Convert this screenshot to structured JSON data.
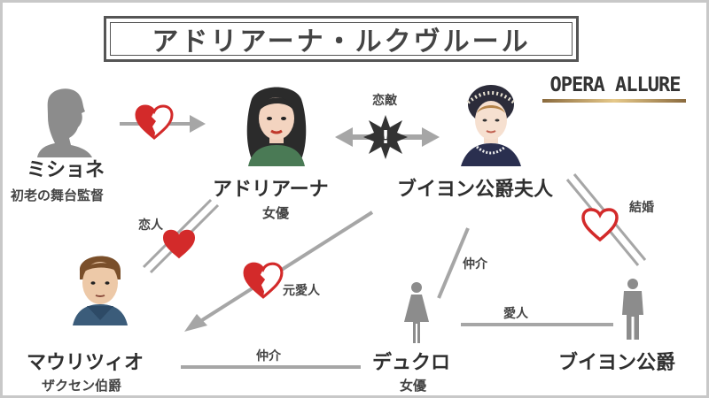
{
  "title": "アドリアーナ・ルクヴルール",
  "brand": "OPERA ALLURE",
  "characters": {
    "michonnet": {
      "name": "ミショネ",
      "role": "初老の舞台監督"
    },
    "adriana": {
      "name": "アドリアーナ",
      "role": "女優"
    },
    "duchess": {
      "name": "ブイヨン公爵夫人"
    },
    "maurizio": {
      "name": "マウリツィオ",
      "role": "ザクセン伯爵"
    },
    "duclos": {
      "name": "デュクロ",
      "role": "女優"
    },
    "duke": {
      "name": "ブイヨン公爵"
    }
  },
  "relations": {
    "rival": "恋敵",
    "lover": "恋人",
    "married": "結婚",
    "former_love": "元愛人",
    "go_between_1": "仲介",
    "go_between_2": "仲介",
    "mistress": "愛人"
  },
  "colors": {
    "arrow_gray": "#a6a6a6",
    "heart_red": "#d32a2a",
    "text": "#2f2f2f"
  }
}
